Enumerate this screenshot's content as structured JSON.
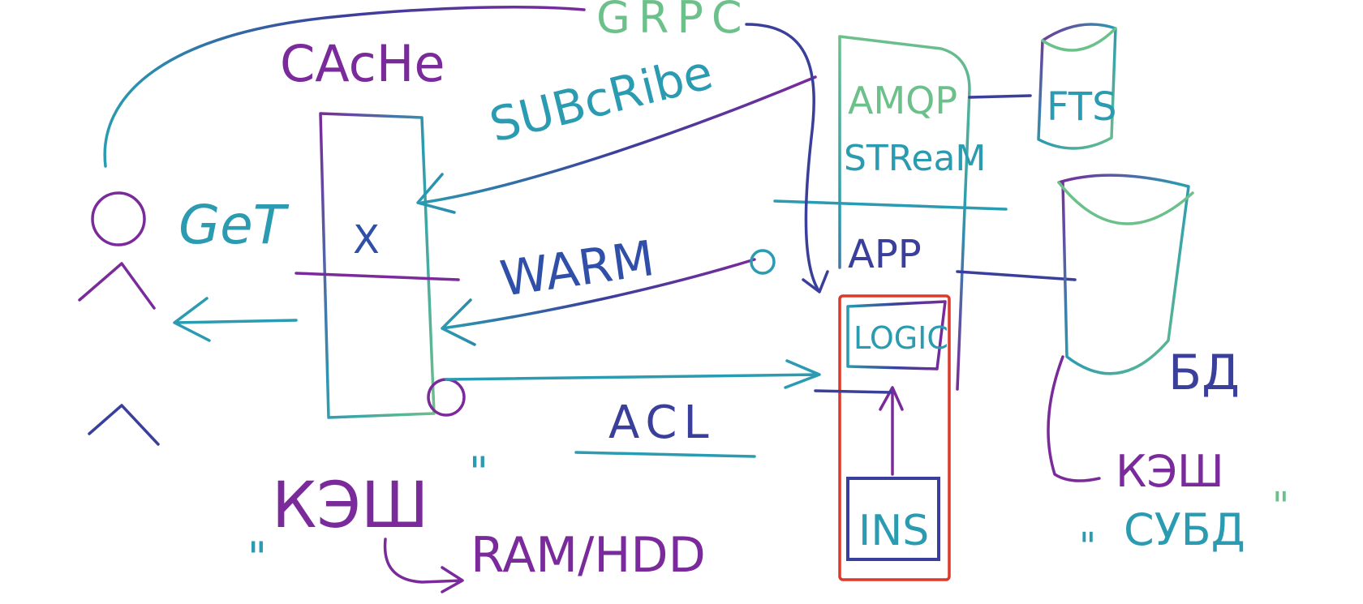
{
  "labels": {
    "grpc": "GRPC",
    "cache_en": "CAcHe",
    "subscribe": "SUBcRibe",
    "amqp": "AMQP",
    "stream": "STReaM",
    "fts": "FTS",
    "get": "GeT",
    "x": "X",
    "app": "APP",
    "warm": "WARM",
    "logic": "LOGIC",
    "acl": "ACL",
    "db": "БД",
    "ins": "INS",
    "kesh": "КЭШ",
    "quote_open": "\"",
    "quote_close": "\"",
    "ram_hdd": "RAM/HDD",
    "kesh_subd": "КЭШ",
    "subd": "СУБД"
  },
  "colors": {
    "purple": "#7a2a9a",
    "blue": "#2f4fa8",
    "teal": "#2a9bb0",
    "green": "#6cc08a",
    "navy": "#3a3f9c",
    "highlight": "#d93a2b"
  }
}
